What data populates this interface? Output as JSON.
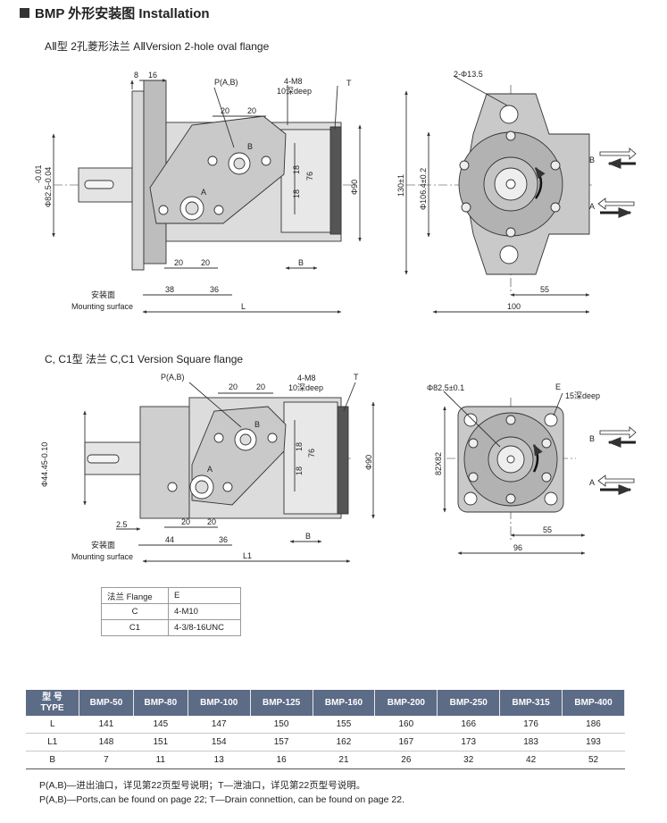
{
  "header": {
    "title": "BMP 外形安装图 Installation"
  },
  "section_a": {
    "title": "AⅡ型 2孔菱形法兰  AⅡVersion 2-hole oval flange",
    "labels": {
      "d8": "8",
      "d16": "16",
      "p": "P(A,B)",
      "m8": "4-M8",
      "deep": "10深deep",
      "t": "T",
      "d20a": "20",
      "d20b": "20",
      "b_port": "B",
      "d18a": "18",
      "d18b": "18",
      "d76": "76",
      "phi90": "Φ90",
      "tol": "-0.01",
      "shaft": "Φ82.5-0.04",
      "a_port": "A",
      "d20c": "20",
      "d20d": "20",
      "d38": "38",
      "d36": "36",
      "dB": "B",
      "mount_cn": "安装面",
      "mount_en": "Mounting surface",
      "dL": "L",
      "hole": "2-Φ13.5",
      "h130": "130±1",
      "h106": "Φ106.4±0.2",
      "d55": "55",
      "d100": "100",
      "arrowB": "B",
      "arrowA": "A"
    }
  },
  "section_c": {
    "title": "C, C1型 法兰  C,C1 Version Square flange",
    "labels": {
      "p": "P(A,B)",
      "d20a": "20",
      "d20b": "20",
      "m8": "4-M8",
      "deep": "10深deep",
      "t": "T",
      "b_port": "B",
      "a_port": "A",
      "d18a": "18",
      "d18b": "18",
      "d76": "76",
      "phi90": "Φ90",
      "shaft": "Φ44.45-0.10",
      "d25": "2.5",
      "d20c": "20",
      "d20d": "20",
      "d44": "44",
      "d36": "36",
      "dB": "B",
      "mount_cn": "安装面",
      "mount_en": "Mounting surface",
      "dL1": "L1",
      "phi825": "Φ82.5±0.1",
      "e": "E",
      "edeep": "15深deep",
      "sq": "82X82",
      "d55": "55",
      "d96": "96",
      "arrowB": "B",
      "arrowA": "A"
    }
  },
  "flange_table": {
    "header": [
      "法兰 Flange",
      "E"
    ],
    "rows": [
      [
        "C",
        "4-M10"
      ],
      [
        "C1",
        "4-3/8-16UNC"
      ]
    ]
  },
  "spec_table": {
    "type_cn": "型 号",
    "type_en": "TYPE",
    "columns": [
      "BMP-50",
      "BMP-80",
      "BMP-100",
      "BMP-125",
      "BMP-160",
      "BMP-200",
      "BMP-250",
      "BMP-315",
      "BMP-400"
    ],
    "rows": [
      {
        "label": "L",
        "values": [
          "141",
          "145",
          "147",
          "150",
          "155",
          "160",
          "166",
          "176",
          "186"
        ]
      },
      {
        "label": "L1",
        "values": [
          "148",
          "151",
          "154",
          "157",
          "162",
          "167",
          "173",
          "183",
          "193"
        ]
      },
      {
        "label": "B",
        "values": [
          "7",
          "11",
          "13",
          "16",
          "21",
          "26",
          "32",
          "42",
          "52"
        ]
      }
    ]
  },
  "notes": {
    "cn": "P(A,B)—进出油口，详见第22页型号说明；T—泄油口，详见第22页型号说明。",
    "en": "P(A,B)—Ports,can be found on page 22; T—Drain connettion, can be found on page 22."
  }
}
